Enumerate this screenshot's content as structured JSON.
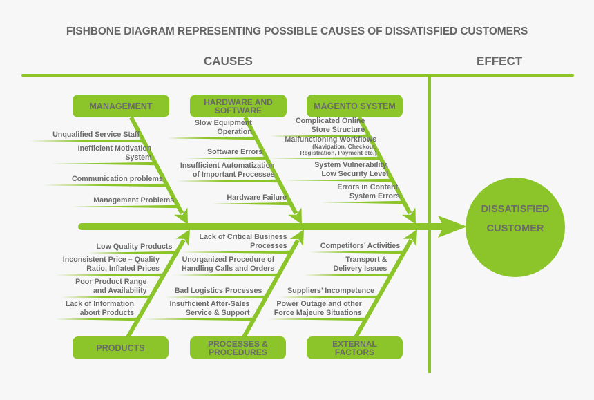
{
  "title": "FISHBONE DIAGRAM REPRESENTING POSSIBLE CAUSES OF DISSATISFIED CUSTOMERS",
  "sections": {
    "causes": "CAUSES",
    "effect": "EFFECT"
  },
  "colors": {
    "accent": "#8bc52a",
    "text": "#666666",
    "background": "#f7f7f7"
  },
  "effect": {
    "line1": "DISSATISFIED",
    "line2": "CUSTOMER"
  },
  "categories": {
    "management": {
      "label": [
        "MANAGEMENT"
      ],
      "causes": [
        [
          "Unqualified Service Staff"
        ],
        [
          "Inefficient Motivation",
          "System"
        ],
        [
          "Communication problems"
        ],
        [
          "Management Problems"
        ]
      ]
    },
    "hardware": {
      "label": [
        "HARDWARE AND",
        "SOFTWARE"
      ],
      "causes": [
        [
          "Slow Equipment",
          "Operation"
        ],
        [
          "Software Errors"
        ],
        [
          "Insufficient Automatization",
          "of Important Processes"
        ],
        [
          "Hardware Failure"
        ]
      ]
    },
    "magento": {
      "label": [
        "MAGENTO SYSTEM"
      ],
      "causes": [
        [
          "Complicated Online",
          "Store Structure"
        ],
        [
          "Malfunctioning Workflows",
          "(Navigation, Checkout,",
          "Registration, Payment etc.)"
        ],
        [
          "System Vulnerability,",
          "Low Security Level"
        ],
        [
          "Errors in Content,",
          "System Errors"
        ]
      ]
    },
    "products": {
      "label": [
        "PRODUCTS"
      ],
      "causes": [
        [
          "Low Quality Products"
        ],
        [
          "Inconsistent Price – Quality",
          "Ratio, Inflated Prices"
        ],
        [
          "Poor Product Range",
          "and Availability"
        ],
        [
          "Lack of Information",
          "about Products"
        ]
      ]
    },
    "processes": {
      "label": [
        "PROCESSES &",
        "PROCEDURES"
      ],
      "causes": [
        [
          "Lack of Critical Business",
          "Processes"
        ],
        [
          "Unorganized Procedure of",
          "Handling Calls and Orders"
        ],
        [
          "Bad Logistics Processes"
        ],
        [
          "Insufficient After-Sales",
          "Service & Support"
        ]
      ]
    },
    "external": {
      "label": [
        "EXTERNAL",
        "FACTORS"
      ],
      "causes": [
        [
          "Competitors’ Activities"
        ],
        [
          "Transport &",
          "Delivery Issues"
        ],
        [
          "Suppliers’ Incompetence"
        ],
        [
          "Power Outage and other",
          "Force Majeure Situations"
        ]
      ]
    }
  }
}
